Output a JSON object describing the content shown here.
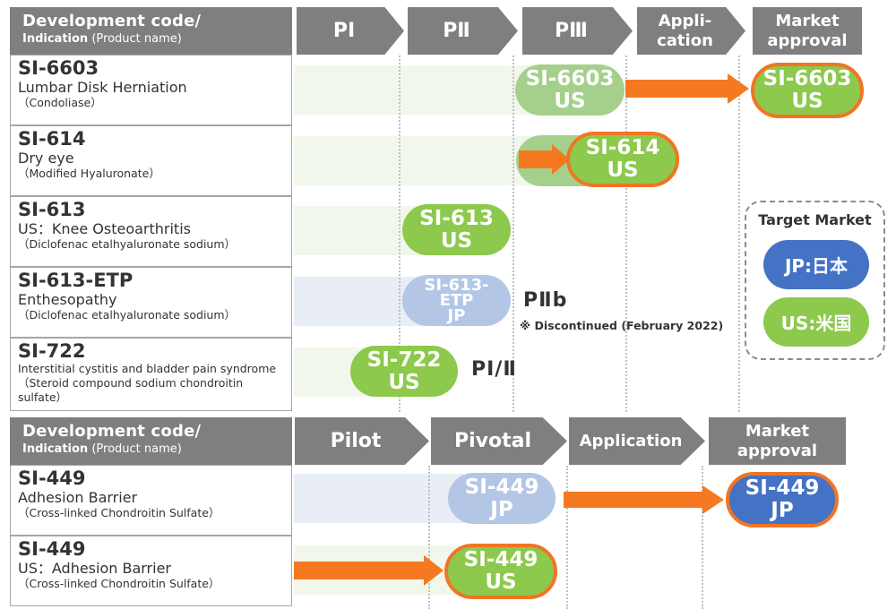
{
  "colors": {
    "header_gray": "#7f7f7f",
    "us_green": "#8cc94c",
    "jp_blue": "#4472c4",
    "arrow_orange": "#f47920",
    "ring_orange": "#f07524",
    "light_green_pill": "#a5d08c",
    "light_blue_pill": "#b3c6e6"
  },
  "table1": {
    "header": {
      "line1": "Development code/",
      "line2_bold": "Indication",
      "line2_rest": " (Product name)"
    },
    "phases": [
      "PI",
      "PⅡ",
      "PⅢ",
      "Appli-\ncation",
      "Market\napproval"
    ],
    "phases_split": [
      [
        "PI"
      ],
      [
        "PⅡ"
      ],
      [
        "PⅢ"
      ],
      [
        "Appli-",
        "cation"
      ],
      [
        "Market",
        "approval"
      ]
    ],
    "rows": [
      {
        "code": "SI-6603",
        "indication": "Lumbar Disk Herniation",
        "product": "（Condoliase）",
        "pills": [
          {
            "lines": [
              "SI-6603",
              "US"
            ],
            "phase": "PⅢ",
            "style": "past"
          },
          {
            "lines": [
              "SI-6603",
              "US"
            ],
            "phase": "Market approval",
            "style": "current"
          }
        ]
      },
      {
        "code": "SI-614",
        "indication": "Dry eye",
        "product": "（Modified Hyaluronate）",
        "pills": [
          {
            "lines": [
              "SI-614",
              "US"
            ],
            "phase": "PⅢ",
            "style": "current"
          }
        ]
      },
      {
        "code": "SI-613",
        "indication": "US：Knee Osteoarthritis",
        "product": "（Diclofenac etalhyaluronate sodium）",
        "pills": [
          {
            "lines": [
              "SI-613",
              "US"
            ],
            "phase": "PⅡ",
            "style": "normal"
          }
        ]
      },
      {
        "code": "SI-613-ETP",
        "indication": "Enthesopathy",
        "product": "（Diclofenac etalhyaluronate sodium）",
        "pills": [
          {
            "lines": [
              "SI-613-",
              "ETP",
              "JP"
            ],
            "phase": "PⅡ",
            "style": "discontinued"
          }
        ],
        "note_phase": "PⅡb",
        "note": "※ Discontinued (February 2022)"
      },
      {
        "code": "SI-722",
        "indication": "Interstitial cystitis and bladder pain syndrome",
        "product": "（Steroid compound sodium chondroitin sulfate）",
        "product_lines": [
          "（Steroid compound sodium chondroitin",
          "sulfate）"
        ],
        "pills": [
          {
            "lines": [
              "SI-722",
              "US"
            ],
            "phase": "PI/PⅡ",
            "style": "normal"
          }
        ],
        "note_phase": "PⅠ/Ⅱ"
      }
    ]
  },
  "table2": {
    "header": {
      "line1": "Development code/",
      "line2_bold": "Indication",
      "line2_rest": " (Product name)"
    },
    "phases_split": [
      [
        "Pilot"
      ],
      [
        "Pivotal"
      ],
      [
        "Application"
      ],
      [
        "Market",
        "approval"
      ]
    ],
    "rows": [
      {
        "code": "SI-449",
        "indication": "Adhesion Barrier",
        "product": "（Cross-linked Chondroitin Sulfate）",
        "pills": [
          {
            "lines": [
              "SI-449",
              "JP"
            ],
            "phase": "Pivotal",
            "style": "past"
          },
          {
            "lines": [
              "SI-449",
              "JP"
            ],
            "phase": "Market approval",
            "style": "current"
          }
        ]
      },
      {
        "code": "SI-449",
        "indication": "US：Adhesion Barrier",
        "product": "（Cross-linked Chondroitin Sulfate）",
        "pills": [
          {
            "lines": [
              "SI-449",
              "US"
            ],
            "phase": "Pivotal",
            "style": "current"
          }
        ]
      }
    ]
  },
  "legend": {
    "title": "Target Market",
    "items": [
      {
        "label": "JP:日本",
        "color": "#4472c4"
      },
      {
        "label": "US:米国",
        "color": "#8cc94c"
      }
    ]
  }
}
